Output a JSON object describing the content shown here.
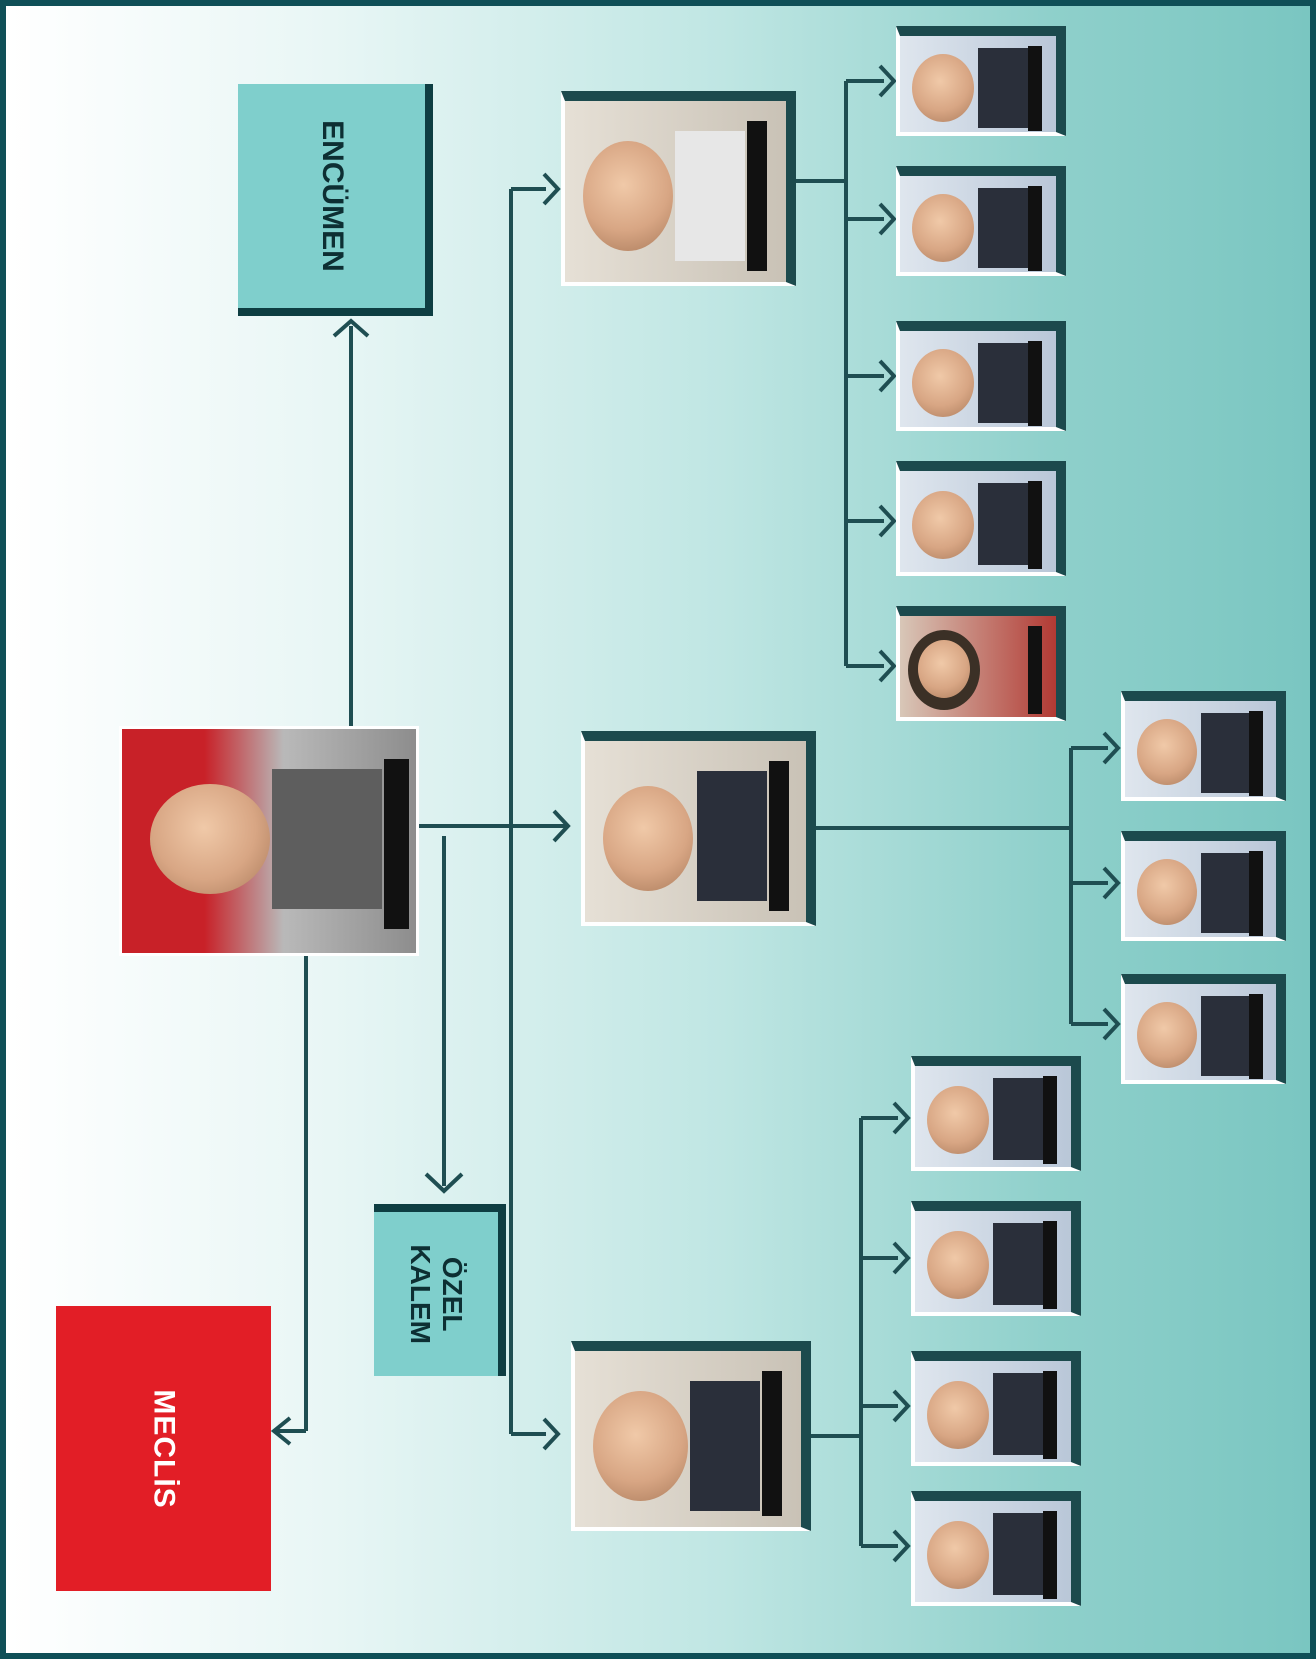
{
  "boxes": {
    "meclis": "MECLİS",
    "encumen": "ENCÜMEN",
    "ozel_kalem": "ÖZEL\nKALEM"
  },
  "colors": {
    "frame": "#0f4f57",
    "meclis": "#e21e26",
    "box_fill": "#7fcfcc",
    "line": "#1f4e52"
  },
  "icons": [
    "arrow-icon"
  ]
}
